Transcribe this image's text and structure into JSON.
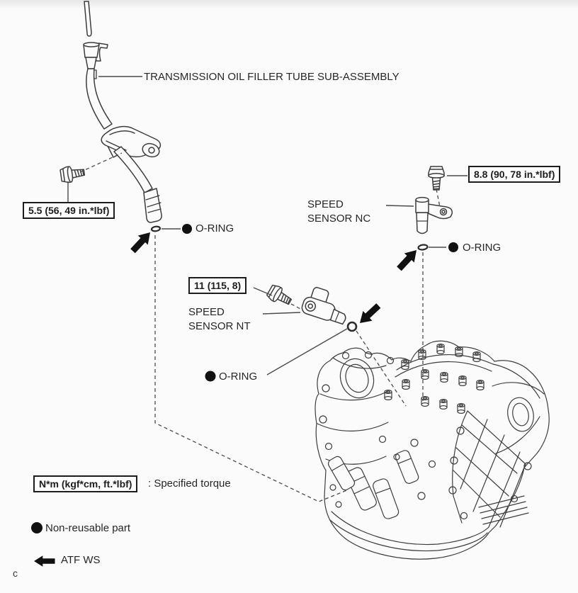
{
  "diagram": {
    "title_label": "TRANSMISSION OIL FILLER TUBE SUB-ASSEMBLY",
    "torque_boxes": [
      {
        "part": "filler-tube-bolt",
        "text": "5.5 (56, 49 in.*lbf)"
      },
      {
        "part": "speed-sensor-nc-bolt",
        "text": "8.8 (90, 78 in.*lbf)"
      },
      {
        "part": "speed-sensor-nt-bolt",
        "text": "11 (115, 8)"
      }
    ],
    "part_labels": {
      "speed_sensor_nc": {
        "line1": "SPEED",
        "line2": "SENSOR NC"
      },
      "speed_sensor_nt": {
        "line1": "SPEED",
        "line2": "SENSOR NT"
      },
      "o_ring_filler": {
        "text": "O-RING"
      },
      "o_ring_nc": {
        "text": "O-RING"
      },
      "o_ring_nt": {
        "text": "O-RING"
      }
    },
    "legend": {
      "torque_box_text": "N*m (kgf*cm, ft.*lbf)",
      "torque_suffix": ": Specified torque",
      "non_reusable_text": "Non-reusable part",
      "atf_text": "ATF WS"
    },
    "footer_char": "c",
    "colors": {
      "line": "#3d3d3d",
      "text": "#262626",
      "background": "#fbfbfb",
      "arrow_fill": "#111111"
    }
  }
}
